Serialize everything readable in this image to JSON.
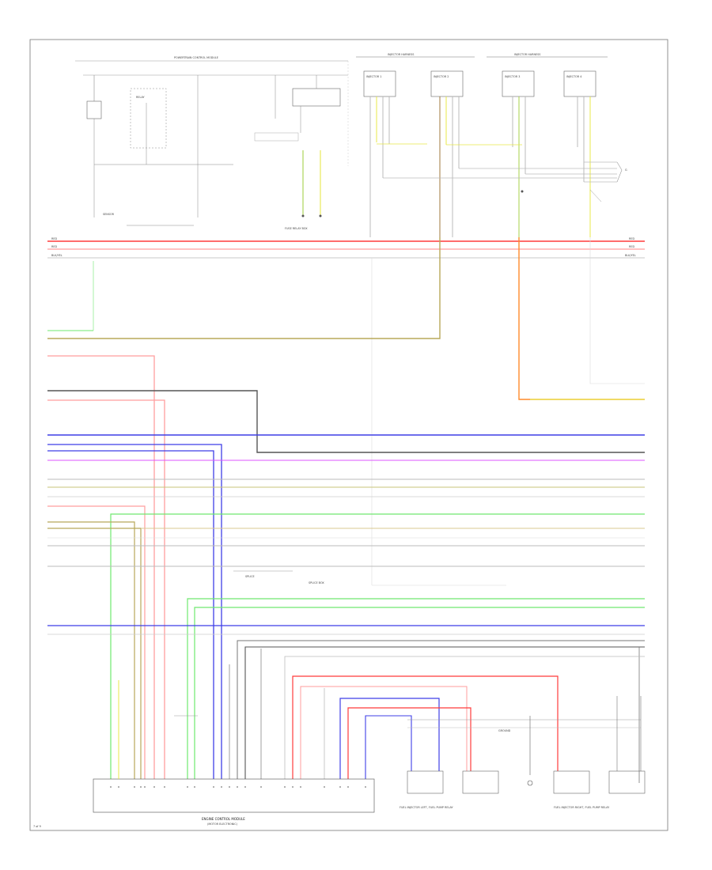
{
  "diagram": {
    "corner_label": "7 of 9",
    "header_labels": {
      "left_module": "POWERTRAIN CONTROL MODULE",
      "inj_harness_1": "INJECTOR HARNESS",
      "inj_harness_2": "INJECTOR HARNESS"
    },
    "injectors": [
      {
        "label": "INJECTOR 1"
      },
      {
        "label": "INJECTOR 2"
      },
      {
        "label": "INJECTOR 3"
      },
      {
        "label": "INJECTOR 4"
      }
    ],
    "ecm_label_1": "ENGINE CONTROL MODULE",
    "ecm_label_2": "(MOTOR ELECTRONIC)",
    "bottom_group_1": "FUEL INJECTOR LEFT, FUEL PUMP RELAY",
    "bottom_group_2": "FUEL INJECTOR RIGHT, FUEL PUMP RELAY",
    "wire_colors": {
      "red": "#ff3b3b",
      "pink": "#ff9e9e",
      "gray": "#b8b8b8",
      "blue": "#3f3fe6",
      "purple": "#b24bd8",
      "black": "#555555",
      "green": "#6fe86f",
      "olive": "#b8a85a",
      "yellow": "#e8e84a",
      "orange": "#ff8a2a",
      "brown": "#a0783c"
    }
  }
}
